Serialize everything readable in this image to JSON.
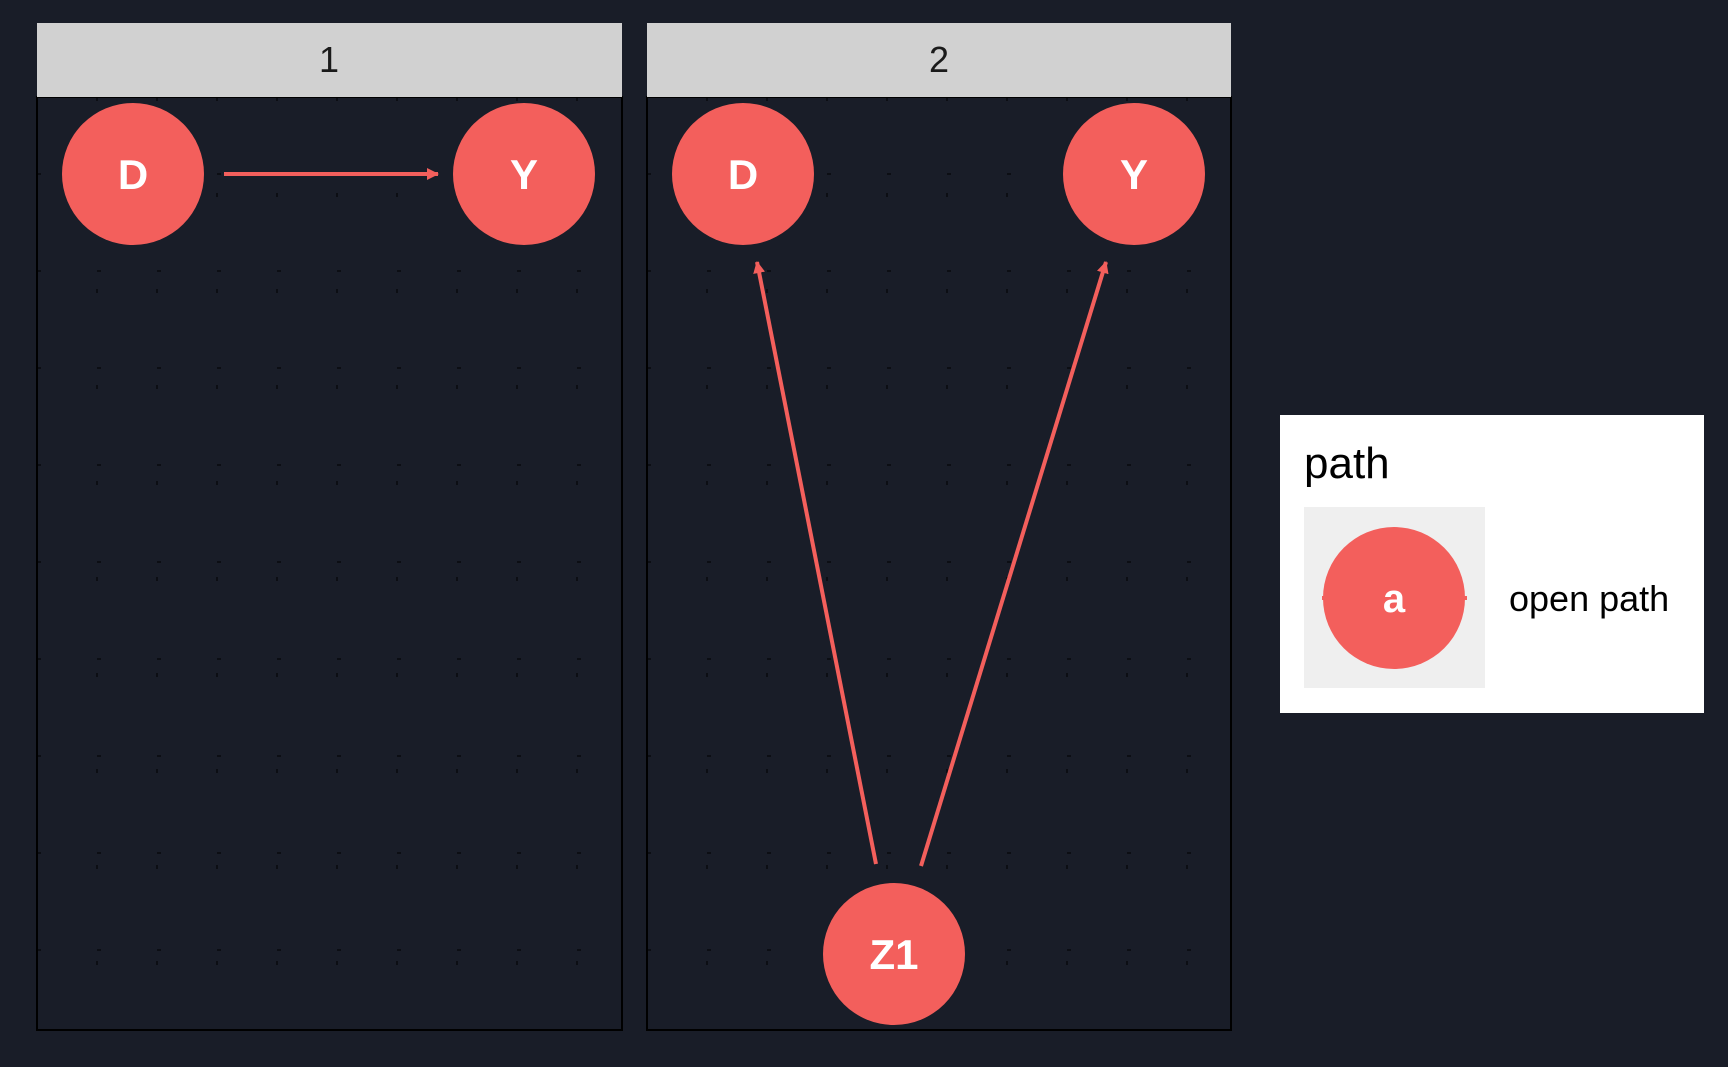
{
  "colors": {
    "background": "#191d28",
    "strip": "#d1d1d1",
    "node": "#f35f5c",
    "node_text": "#ffffff",
    "legend_bg": "#ffffff",
    "legend_key_bg": "#efefef"
  },
  "panels": [
    {
      "strip_label": "1",
      "nodes": [
        {
          "id": "D",
          "label": "D"
        },
        {
          "id": "Y",
          "label": "Y"
        }
      ],
      "edges": [
        {
          "from": "D",
          "to": "Y"
        }
      ]
    },
    {
      "strip_label": "2",
      "nodes": [
        {
          "id": "D",
          "label": "D"
        },
        {
          "id": "Y",
          "label": "Y"
        },
        {
          "id": "Z1",
          "label": "Z1"
        }
      ],
      "edges": [
        {
          "from": "Z1",
          "to": "D"
        },
        {
          "from": "Z1",
          "to": "Y"
        }
      ]
    }
  ],
  "legend": {
    "title": "path",
    "key_label": "a",
    "item_label": "open path"
  }
}
